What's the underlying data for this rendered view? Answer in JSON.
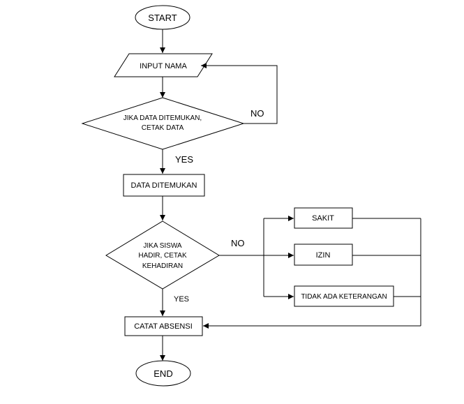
{
  "flowchart": {
    "start": "START",
    "input_nama": "INPUT NAMA",
    "decision1_line1": "JIKA DATA DITEMUKAN,",
    "decision1_line2": "CETAK DATA",
    "no_label_1": "NO",
    "yes_label_1": "YES",
    "data_ditemukan": "DATA DITEMUKAN",
    "decision2_line1": "JIKA SISWA",
    "decision2_line2": "HADIR, CETAK",
    "decision2_line3": "KEHADIRAN",
    "no_label_2": "NO",
    "yes_label_2": "YES",
    "sakit": "SAKIT",
    "izin": "IZIN",
    "tidak_ada_keterangan": "TIDAK ADA KETERANGAN",
    "catat_absensi": "CATAT ABSENSI",
    "end": "END"
  }
}
